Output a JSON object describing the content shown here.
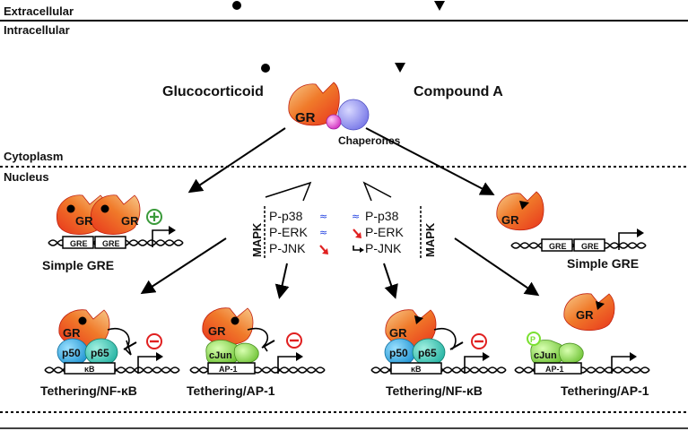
{
  "regions": {
    "extracellular": "Extracellular",
    "intracellular": "Intracellular",
    "cytoplasm": "Cytoplasm",
    "nucleus": "Nucleus"
  },
  "ligands": {
    "glucocorticoid": "Glucocorticoid",
    "compound_a": "Compound A"
  },
  "receptor": "GR",
  "chaperones": "Chaperones",
  "mapk": {
    "heading": "MAPK",
    "items": [
      "P-p38",
      "P-ERK",
      "P-JNK"
    ]
  },
  "elements": {
    "gre": "GRE",
    "kb": "κB",
    "ap1": "AP-1",
    "p50": "p50",
    "p65": "p65",
    "cjun": "cJun",
    "phospho": "P"
  },
  "captions": {
    "simple_gre_left": "Simple GRE",
    "simple_gre_right": "Simple GRE",
    "tether_nfkb_left": "Tethering/NF-κB",
    "tether_ap1_left": "Tethering/AP-1",
    "tether_nfkb_right": "Tethering/NF-κB",
    "tether_ap1_right": "Tethering/AP-1"
  },
  "colors": {
    "gr_red": "#e8341c",
    "gr_orange": "#f07a2a",
    "gr_light": "#f7c98a",
    "chaperone_blue": "#8c8cf0",
    "chaperone_pink": "#e040d0",
    "p50_blue": "#2aa8e0",
    "p65_teal": "#3cc8b4",
    "cjun_green": "#8ad84a",
    "plus_green": "#3a9a3a",
    "minus_red": "#e02020",
    "arrow_red": "#e02020",
    "approx_blue": "#2040e0"
  }
}
